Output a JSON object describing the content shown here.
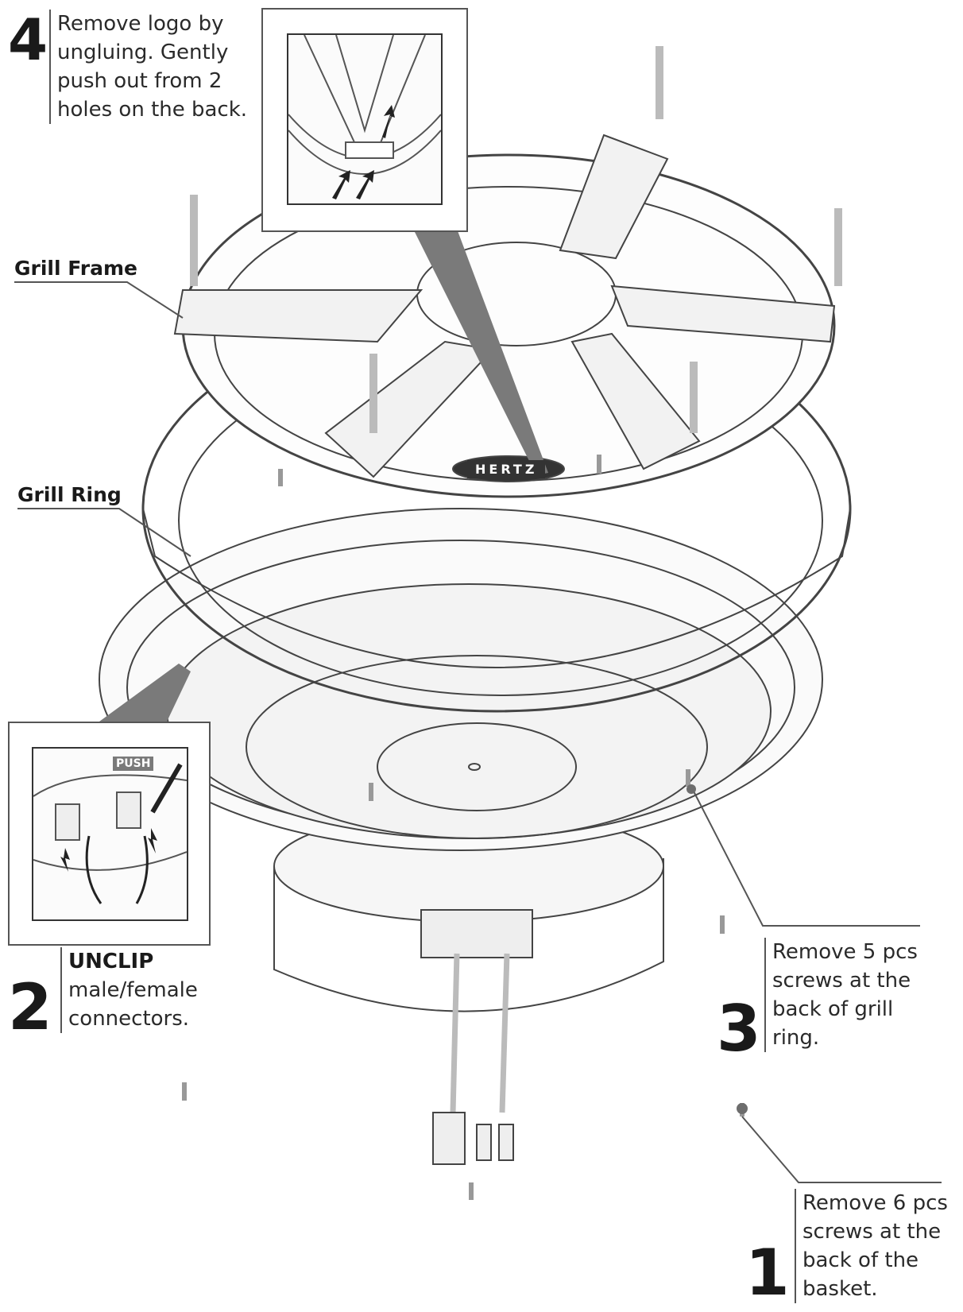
{
  "steps": [
    {
      "number": "4",
      "lines": [
        "Remove logo by",
        "ungluing. Gently",
        "push out from 2",
        "holes on the back."
      ]
    },
    {
      "number": "2",
      "title": "UNCLIP",
      "lines": [
        "male/female",
        "connectors."
      ]
    },
    {
      "number": "3",
      "lines": [
        "Remove 5 pcs",
        "screws at the",
        "back of grill",
        "ring."
      ]
    },
    {
      "number": "1",
      "lines": [
        "Remove 6 pcs",
        "screws at the",
        "back of the",
        "basket."
      ]
    }
  ],
  "parts": {
    "grill_frame": "Grill Frame",
    "grill_ring": "Grill Ring",
    "logo": "HERTZ"
  },
  "insets": {
    "connector_push": "PUSH"
  },
  "colors": {
    "ink": "#1a1a1a",
    "callout_gray": "#6d6d6d",
    "line": "#444444"
  }
}
